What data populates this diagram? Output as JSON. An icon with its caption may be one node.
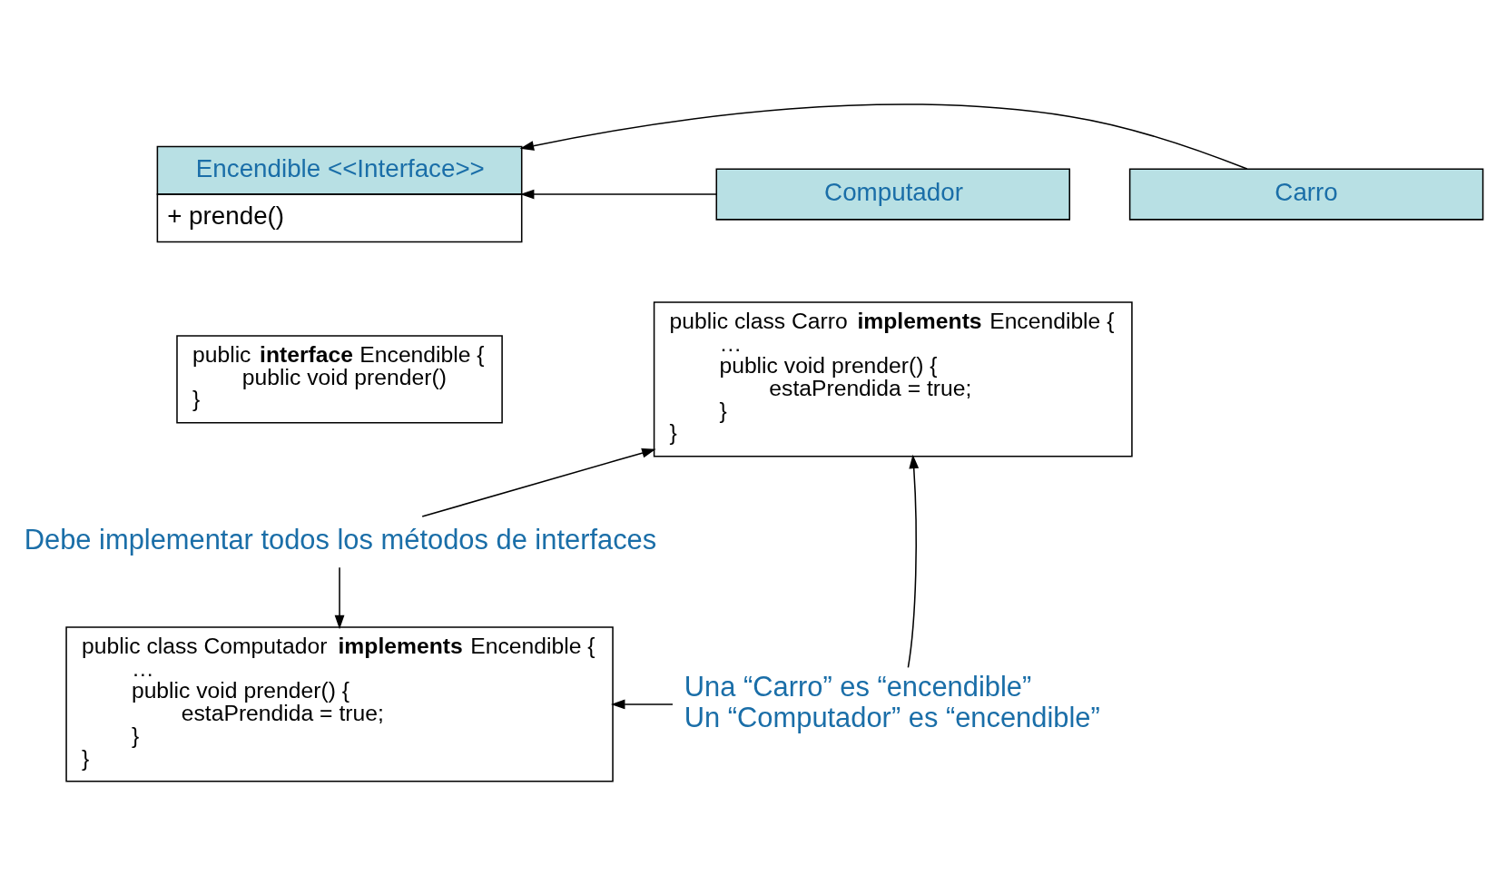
{
  "diagram": {
    "nodes": [
      {
        "text": [
          "Encendible <<Interface>>",
          "+ prende()"
        ]
      },
      {
        "text": [
          "Carro"
        ]
      },
      {
        "text": [
          "Computador"
        ]
      },
      {
        "text": [
          "public **interface** Encendible {",
          "public void prender()",
          "}"
        ]
      },
      {
        "text": [
          "public class Carro **implements** Encendible {",
          "…",
          "public void prender() {",
          "estaPrendida = true;",
          "}",
          "}"
        ]
      },
      {
        "text": [
          "Debe implementar todos los métodos de interfaces"
        ]
      },
      {
        "text": [
          "public class Computador **implements** Encendible {",
          "…",
          "public void prender() {",
          "estaPrendida = true;",
          "}",
          "}"
        ]
      },
      {
        "text": [
          "Una “Carro” es “encendible”",
          "Un “Computador” es “encendible”"
        ]
      }
    ],
    "edges": [
      {
        "from": 1,
        "to": 0,
        "arrow": "to"
      },
      {
        "from": 2,
        "to": 0,
        "arrow": "to"
      },
      {
        "from": 5,
        "to": 4,
        "arrow": "to"
      },
      {
        "from": 5,
        "to": 6,
        "arrow": "to"
      },
      {
        "from": 7,
        "to": 4,
        "arrow": "to"
      },
      {
        "from": 7,
        "to": 6,
        "arrow": "to"
      }
    ]
  }
}
